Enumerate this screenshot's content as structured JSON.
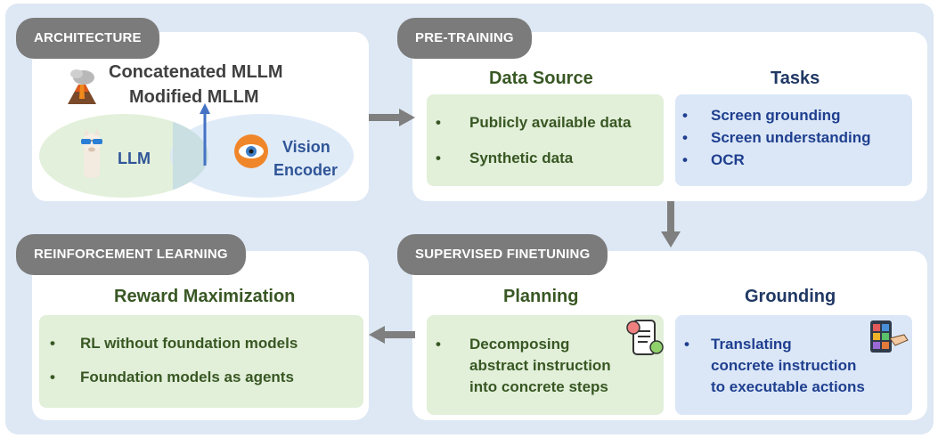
{
  "architecture": {
    "tag": "ARCHITECTURE",
    "title_line1": "Concatenated MLLM",
    "title_line2": "Modified MLLM",
    "llm_label": "LLM",
    "vision_label_line1": "Vision",
    "vision_label_line2": "Encoder"
  },
  "pretraining": {
    "tag": "PRE-TRAINING",
    "data_source": {
      "heading": "Data Source",
      "items": [
        "Publicly available data",
        "Synthetic data"
      ]
    },
    "tasks": {
      "heading": "Tasks",
      "items": [
        "Screen grounding",
        "Screen understanding",
        "OCR"
      ]
    }
  },
  "sft": {
    "tag": "SUPERVISED FINETUNING",
    "planning": {
      "heading": "Planning",
      "item_lines": [
        "Decomposing",
        "abstract instruction",
        "into concrete steps"
      ]
    },
    "grounding": {
      "heading": "Grounding",
      "item_lines": [
        "Translating",
        "concrete instruction",
        "to executable actions"
      ]
    }
  },
  "rl": {
    "tag": "REINFORCEMENT LEARNING",
    "heading": "Reward Maximization",
    "items": [
      "RL without foundation models",
      "Foundation models as agents"
    ]
  },
  "colors": {
    "background": "#dde8f4",
    "tag": "#7b7b7b",
    "green_box": "#e2efd9",
    "blue_box": "#dbe7f7",
    "green_text": "#385723",
    "blue_text": "#203864",
    "arrow": "#7f7f7f",
    "up_arrow": "#4472c4"
  },
  "icons": {
    "volcano": "volcano-icon",
    "llama": "llama-icon",
    "eye": "eye-icon",
    "phone_chat": "phone-chat-icon",
    "tablet_tap": "tablet-tap-icon"
  }
}
